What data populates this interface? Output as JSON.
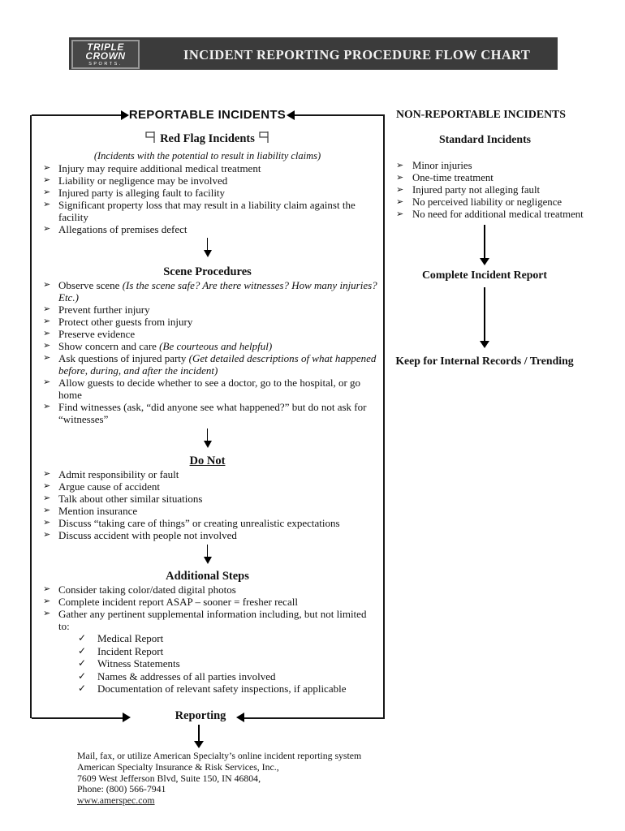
{
  "icons": {
    "bullet": "➢",
    "check": "✓"
  },
  "header": {
    "logo_line1": "TRIPLE",
    "logo_line2": "CROWN",
    "logo_line3": "SPORTS.",
    "title": "INCIDENT REPORTING PROCEDURE FLOW CHART"
  },
  "reportable": {
    "title": "REPORTABLE INCIDENTS",
    "red_flag_title": "Red Flag Incidents",
    "red_flag_subtitle": "(Incidents with the potential to result in liability claims)",
    "red_flag_bullets": [
      {
        "roman": "Injury may require additional medical treatment"
      },
      {
        "roman": "Liability or negligence may be involved"
      },
      {
        "roman": "Injured party is alleging fault to facility"
      },
      {
        "roman": "Significant property loss that may result in a liability claim against the facility"
      },
      {
        "roman": "Allegations of premises defect"
      }
    ],
    "scene_title": "Scene Procedures",
    "scene_bullets": [
      {
        "roman": "Observe scene ",
        "italic": "(Is the scene safe?  Are there witnesses?  How many injuries? Etc.)"
      },
      {
        "roman": "Prevent further injury"
      },
      {
        "roman": "Protect other guests from injury"
      },
      {
        "roman": "Preserve evidence"
      },
      {
        "roman": "Show concern and care ",
        "italic": "(Be courteous and helpful)"
      },
      {
        "roman": "Ask questions of injured party ",
        "italic": "(Get detailed descriptions of what happened before, during, and after the incident)"
      },
      {
        "roman": "Allow guests to decide whether to see a doctor, go to the hospital, or go home"
      },
      {
        "roman": "Find witnesses (ask, “did anyone see what happened?” but do not ask for “witnesses”"
      }
    ],
    "do_not_title": "Do Not",
    "do_not_bullets": [
      {
        "roman": "Admit responsibility or fault"
      },
      {
        "roman": "Argue cause of accident"
      },
      {
        "roman": "Talk about other similar situations"
      },
      {
        "roman": "Mention insurance"
      },
      {
        "roman": "Discuss “taking care of things” or creating unrealistic expectations"
      },
      {
        "roman": "Discuss accident with people not involved"
      }
    ],
    "additional_title": "Additional Steps",
    "additional_bullets": [
      {
        "roman": "Consider taking color/dated digital photos"
      },
      {
        "roman": "Complete incident report ASAP – sooner = fresher recall"
      },
      {
        "roman": "Gather any pertinent supplemental information including, but not limited to:"
      }
    ],
    "checklist": [
      "Medical Report",
      "Incident Report",
      "Witness Statements",
      "Names & addresses of all parties involved",
      "Documentation of relevant safety inspections, if applicable"
    ],
    "reporting_title": "Reporting"
  },
  "non_reportable": {
    "title": "NON-REPORTABLE INCIDENTS",
    "subtitle": "Standard Incidents",
    "bullets": [
      "Minor injuries",
      "One-time treatment",
      "Injured party not alleging fault",
      "No perceived liability or negligence",
      "No need for additional medical treatment"
    ],
    "node_complete": "Complete Incident Report",
    "node_keep": "Keep for Internal Records / Trending"
  },
  "footer": {
    "lines": [
      "Mail, fax, or utilize American Specialty’s online incident reporting system",
      "American Specialty Insurance & Risk Services, Inc.,",
      "7609 West Jefferson Blvd, Suite 150, IN  46804,",
      "Phone: (800) 566-7941"
    ],
    "link": "www.amerspec.com"
  }
}
